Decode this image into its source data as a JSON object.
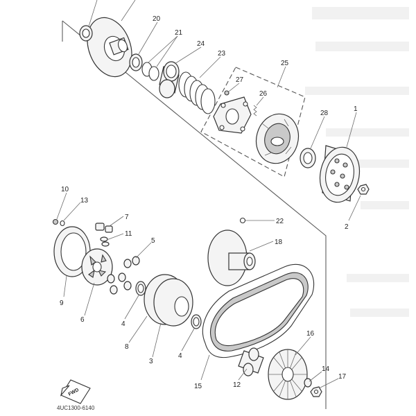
{
  "parts": [
    {
      "id": "p1",
      "number": "1"
    },
    {
      "id": "p2",
      "number": "2"
    },
    {
      "id": "p3",
      "number": "3"
    },
    {
      "id": "p4a",
      "number": "4"
    },
    {
      "id": "p4b",
      "number": "4"
    },
    {
      "id": "p5",
      "number": "5"
    },
    {
      "id": "p6",
      "number": "6"
    },
    {
      "id": "p7",
      "number": "7"
    },
    {
      "id": "p8",
      "number": "8"
    },
    {
      "id": "p9",
      "number": "9"
    },
    {
      "id": "p10",
      "number": "10"
    },
    {
      "id": "p11",
      "number": "11"
    },
    {
      "id": "p12",
      "number": "12"
    },
    {
      "id": "p13",
      "number": "13"
    },
    {
      "id": "p14",
      "number": "14"
    },
    {
      "id": "p15",
      "number": "15"
    },
    {
      "id": "p16",
      "number": "16"
    },
    {
      "id": "p17",
      "number": "17"
    },
    {
      "id": "p18",
      "number": "18"
    },
    {
      "id": "p20",
      "number": "20"
    },
    {
      "id": "p21",
      "number": "21"
    },
    {
      "id": "p22",
      "number": "22"
    },
    {
      "id": "p23",
      "number": "23"
    },
    {
      "id": "p24",
      "number": "24"
    },
    {
      "id": "p25",
      "number": "25"
    },
    {
      "id": "p26",
      "number": "26"
    },
    {
      "id": "p27",
      "number": "27"
    },
    {
      "id": "p28",
      "number": "28"
    }
  ],
  "fwd_label": "FWD",
  "diagram_code": "4UC1300-6140"
}
